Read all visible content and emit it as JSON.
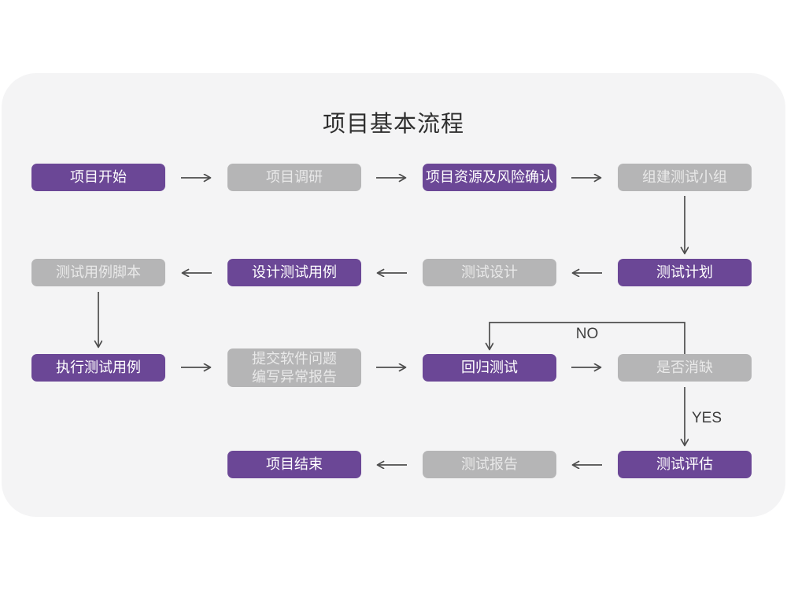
{
  "title": "项目基本流程",
  "labels": {
    "no": "NO",
    "yes": "YES"
  },
  "colors": {
    "accent_purple": "#6b4796",
    "node_gray": "#b5b5b6",
    "card_background": "#f4f4f5",
    "arrow": "#4d4d4d",
    "title_text": "#2f2f2f"
  },
  "nodes": [
    {
      "id": "project-start",
      "label": "项目开始",
      "variant": "purple"
    },
    {
      "id": "project-research",
      "label": "项目调研",
      "variant": "gray"
    },
    {
      "id": "resources-risk-confirm",
      "label": "项目资源及风险确认",
      "variant": "purple"
    },
    {
      "id": "form-test-team",
      "label": "组建测试小组",
      "variant": "gray"
    },
    {
      "id": "test-case-scripts",
      "label": "测试用例脚本",
      "variant": "gray"
    },
    {
      "id": "design-test-cases",
      "label": "设计测试用例",
      "variant": "purple"
    },
    {
      "id": "test-design",
      "label": "测试设计",
      "variant": "gray"
    },
    {
      "id": "test-plan",
      "label": "测试计划",
      "variant": "purple"
    },
    {
      "id": "execute-test-cases",
      "label": "执行测试用例",
      "variant": "purple"
    },
    {
      "id": "submit-issue-report",
      "label": "提交软件问题\n编写异常报告",
      "variant": "gray"
    },
    {
      "id": "regression-test",
      "label": "回归测试",
      "variant": "purple"
    },
    {
      "id": "defect-cleared",
      "label": "是否消缺",
      "variant": "gray"
    },
    {
      "id": "project-end",
      "label": "项目结束",
      "variant": "purple"
    },
    {
      "id": "test-report",
      "label": "测试报告",
      "variant": "gray"
    },
    {
      "id": "test-evaluation",
      "label": "测试评估",
      "variant": "purple"
    }
  ],
  "edges": [
    {
      "from": "项目开始",
      "to": "项目调研"
    },
    {
      "from": "项目调研",
      "to": "项目资源及风险确认"
    },
    {
      "from": "项目资源及风险确认",
      "to": "组建测试小组"
    },
    {
      "from": "组建测试小组",
      "to": "测试计划"
    },
    {
      "from": "测试计划",
      "to": "测试设计"
    },
    {
      "from": "测试设计",
      "to": "设计测试用例"
    },
    {
      "from": "设计测试用例",
      "to": "测试用例脚本"
    },
    {
      "from": "测试用例脚本",
      "to": "执行测试用例"
    },
    {
      "from": "执行测试用例",
      "to": "提交软件问题 编写异常报告"
    },
    {
      "from": "提交软件问题 编写异常报告",
      "to": "回归测试"
    },
    {
      "from": "回归测试",
      "to": "是否消缺"
    },
    {
      "from": "是否消缺",
      "to": "回归测试",
      "label": "NO"
    },
    {
      "from": "是否消缺",
      "to": "测试评估",
      "label": "YES"
    },
    {
      "from": "测试评估",
      "to": "测试报告"
    },
    {
      "from": "测试报告",
      "to": "项目结束"
    }
  ]
}
